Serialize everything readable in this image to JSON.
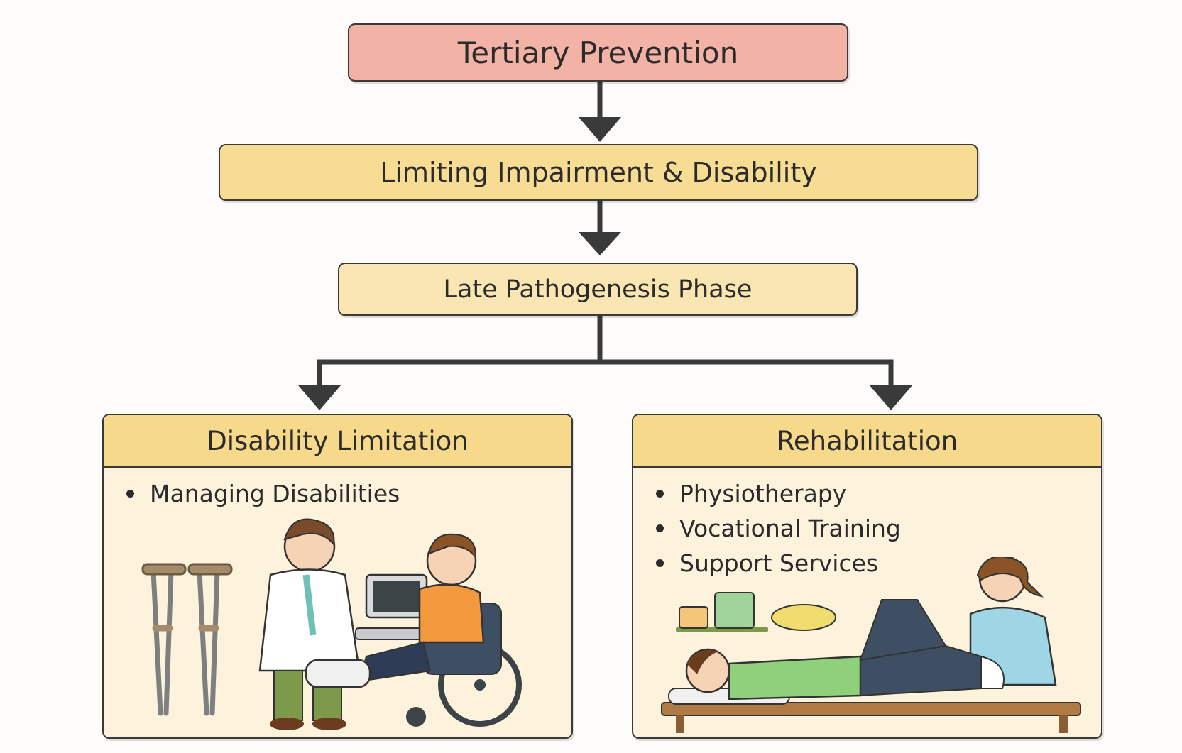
{
  "title": "Tertiary Prevention",
  "level2": "Limiting Impairment & Disability",
  "level3": "Late Pathogenesis Phase",
  "left_panel": {
    "title": "Disability Limitation",
    "items": [
      "Managing Disabilities"
    ]
  },
  "right_panel": {
    "title": "Rehabilitation",
    "items": [
      "Physiotherapy",
      "Vocational Training",
      "Support Services"
    ]
  },
  "colors": {
    "top_box": "#f2b2a5",
    "mid_box": "#f7dd93",
    "late_box": "#fae6b2",
    "panel_header": "#f6d98a",
    "panel_body": "#fdf3dc",
    "arrows": "#3a3a3a"
  }
}
